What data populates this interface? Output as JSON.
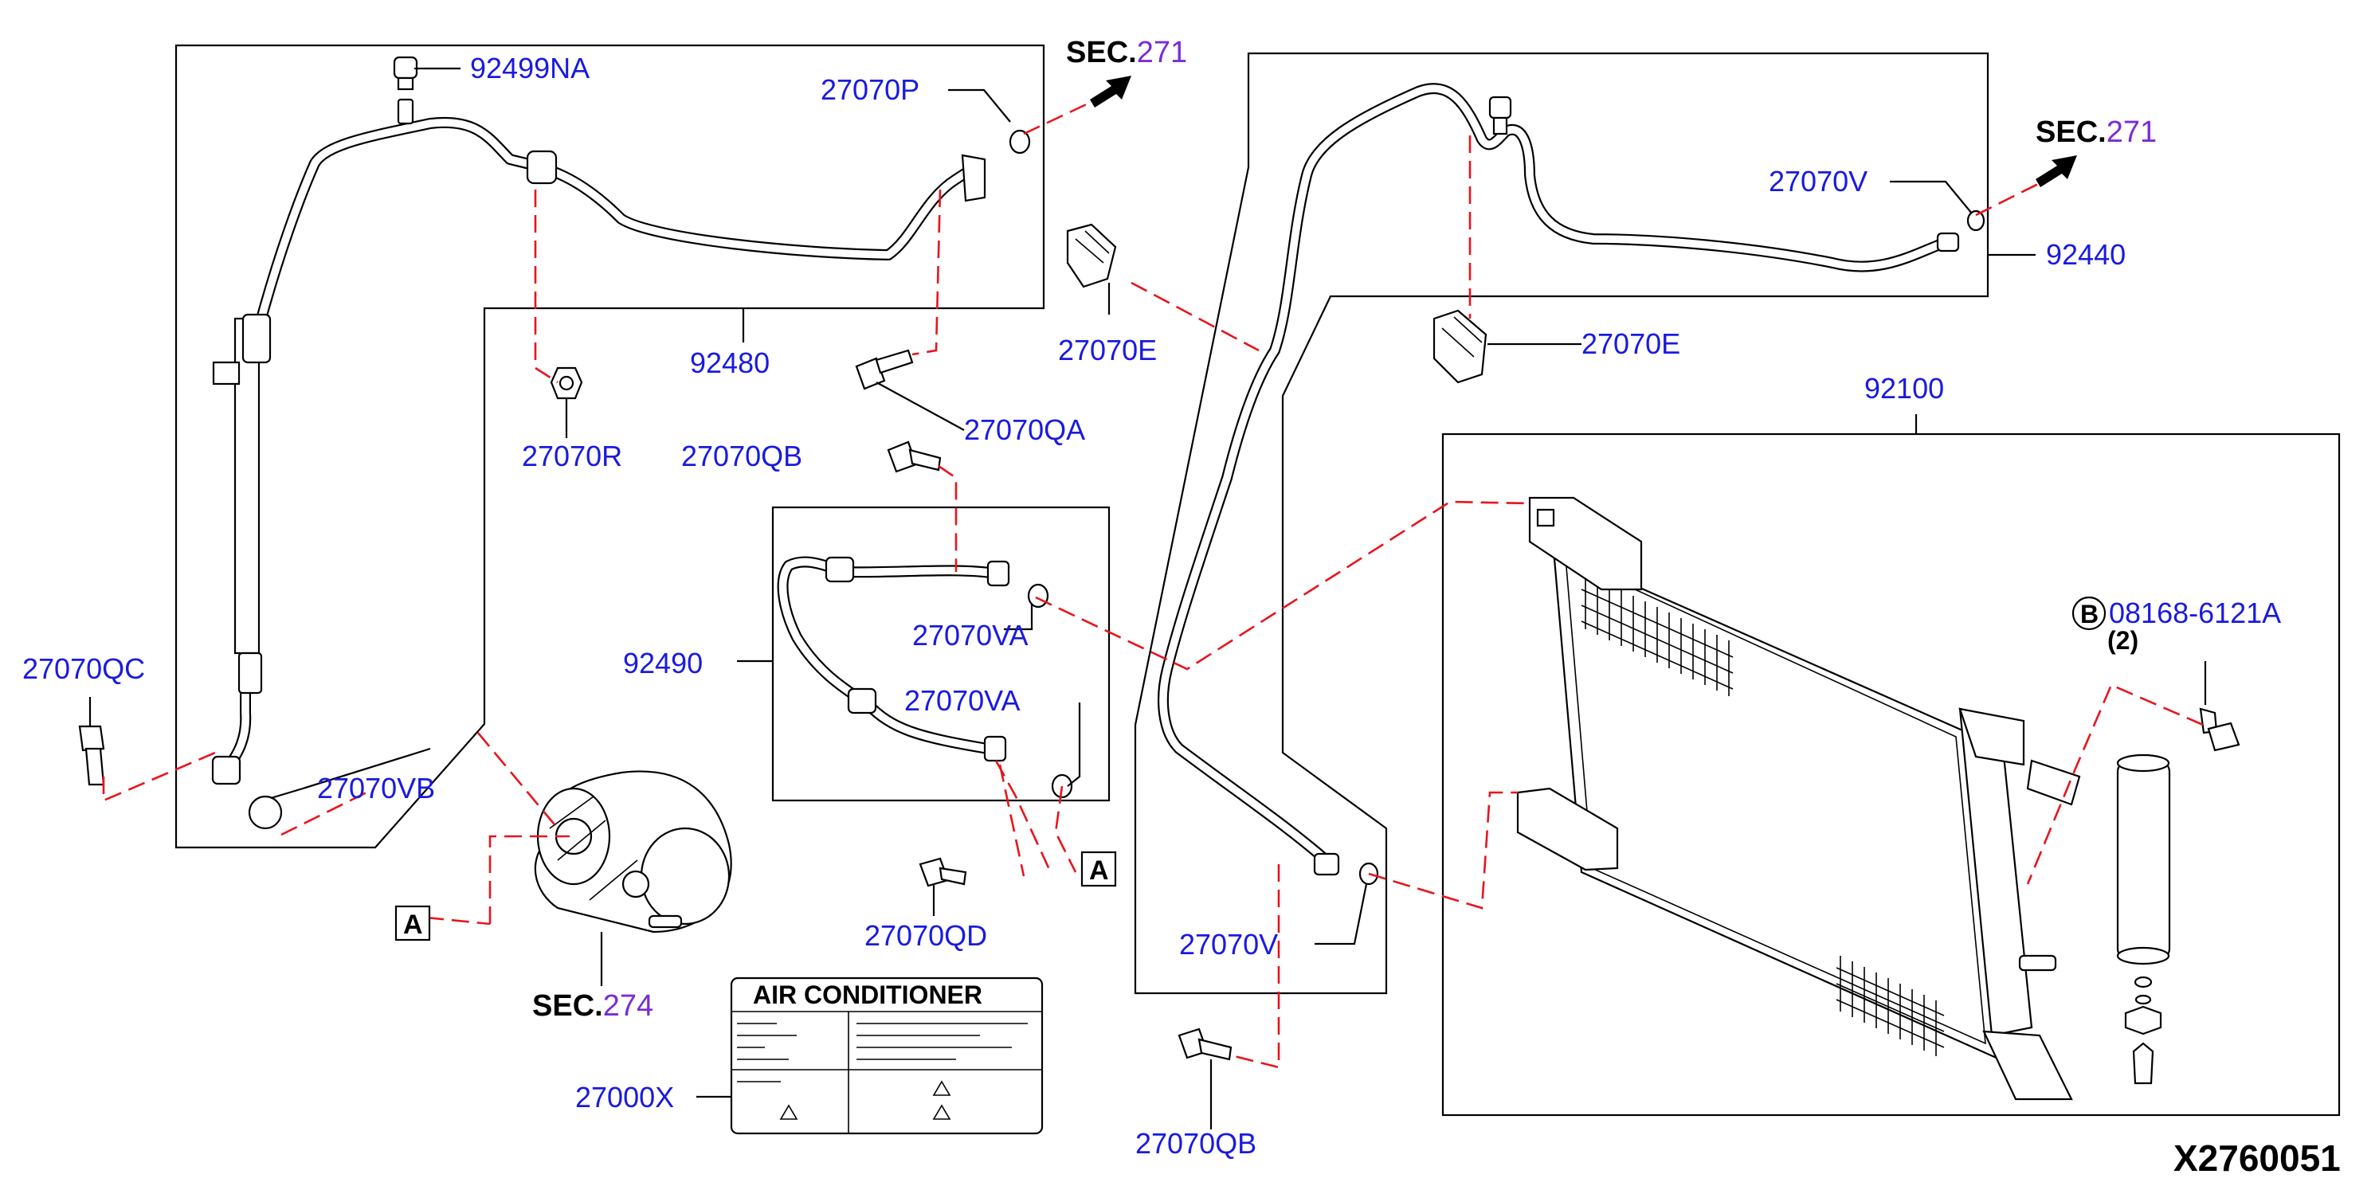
{
  "diagram_id": "X2760051",
  "label": {
    "title": "AIR CONDITIONER",
    "part_number": "27000X"
  },
  "sections": {
    "sec_top_left": {
      "prefix": "SEC.",
      "number": "271"
    },
    "sec_top_right": {
      "prefix": "SEC.",
      "number": "271"
    },
    "sec_compressor": {
      "prefix": "SEC.",
      "number": "274"
    }
  },
  "ref_markers": {
    "a_left": "A",
    "a_right": "A",
    "b_circle": "B"
  },
  "parts": {
    "p92499NA": "92499NA",
    "p27070P": "27070P",
    "p92480": "92480",
    "p27070R": "27070R",
    "p27070QA": "27070QA",
    "p27070QB_top": "27070QB",
    "p27070QC": "27070QC",
    "p27070VB": "27070VB",
    "p92490": "92490",
    "p27070VA_1": "27070VA",
    "p27070VA_2": "27070VA",
    "p27070QD": "27070QD",
    "p27070E_left": "27070E",
    "p27070E_right": "27070E",
    "p27070V_top": "27070V",
    "p92440": "92440",
    "p92100": "92100",
    "p08168": "08168-6121A",
    "p08168_qty": "(2)",
    "p27070V_bottom": "27070V",
    "p27070QB_bottom": "27070QB"
  }
}
